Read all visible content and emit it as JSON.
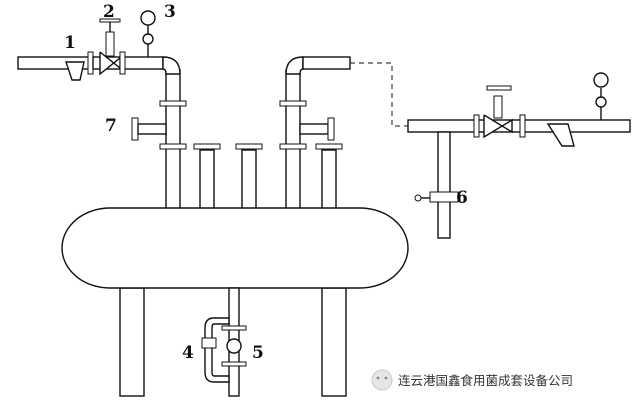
{
  "labels": {
    "n1": "1",
    "n2": "2",
    "n3": "3",
    "n4": "4",
    "n5": "5",
    "n6": "6",
    "n7": "7"
  },
  "watermark": {
    "text": "连云港国鑫食用菌成套设备公司"
  }
}
